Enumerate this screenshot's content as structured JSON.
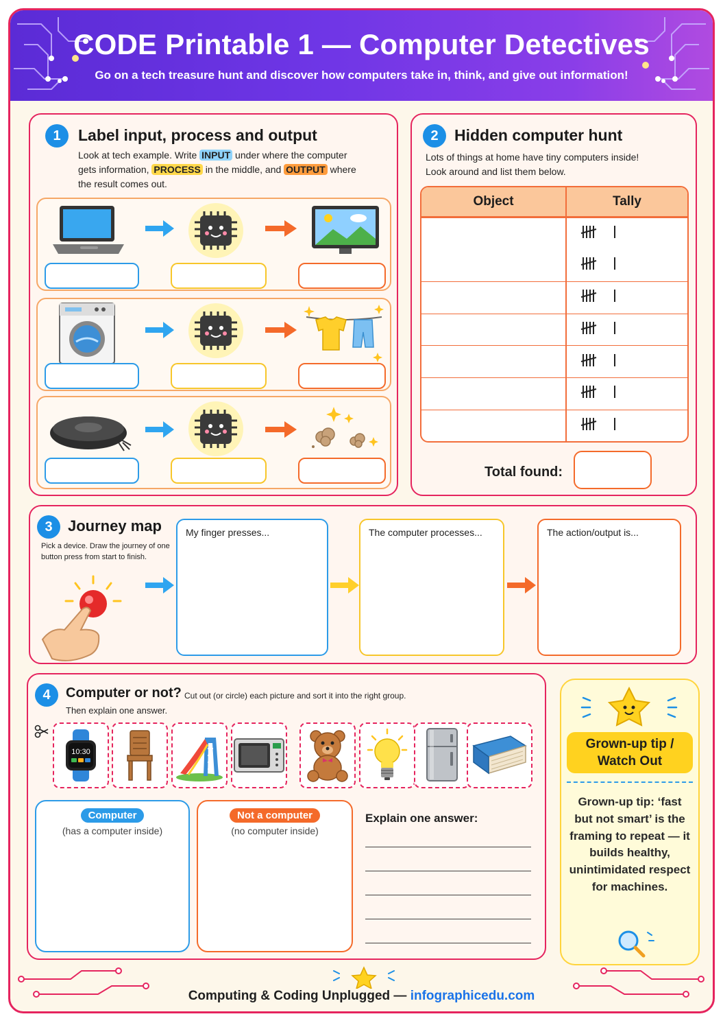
{
  "header": {
    "title": "CODE Printable 1 — Computer Detectives",
    "subtitle": "Go on a tech treasure hunt and discover how computers take in, think, and give out information!"
  },
  "section1": {
    "number": "1",
    "title": "Label input, process and output",
    "instr_a": "Look at tech example. Write ",
    "input_word": "INPUT",
    "instr_b": " under where the computer",
    "instr_c": "gets information, ",
    "process_word": "PROCESS",
    "instr_d": " in the middle, and ",
    "output_word": "OUTPUT",
    "instr_e": " where",
    "instr_f": "the result comes out.",
    "rows": [
      {
        "input": "laptop-icon",
        "output": "monitor-icon"
      },
      {
        "input": "washing-machine-icon",
        "output": "clean-clothes-icon"
      },
      {
        "input": "robot-vacuum-icon",
        "output": "dust-cleaned-icon"
      }
    ]
  },
  "section2": {
    "number": "2",
    "title": "Hidden computer hunt",
    "instr_1": "Lots of things at home have tiny computers inside!",
    "instr_2": "Look around and list them below.",
    "col_object": "Object",
    "col_tally": "Tally",
    "row_count": 7,
    "total_label": "Total found:"
  },
  "section3": {
    "number": "3",
    "title": "Journey map",
    "instr_1": "Pick a device. Draw the journey of one",
    "instr_2": "button press from start to finish.",
    "box1": "My finger presses...",
    "box2": "The computer processes...",
    "box3": "The action/output is..."
  },
  "section4": {
    "number": "4",
    "title": "Computer or not?",
    "instr_inline": "Cut out (or circle) each picture and sort it into the right group.",
    "instr_2": "Then explain one answer.",
    "watch_time": "10:30",
    "items": [
      "smartwatch-icon",
      "chair-icon",
      "slide-icon",
      "microwave-icon",
      "teddy-bear-icon",
      "lightbulb-icon",
      "fridge-icon",
      "book-icon"
    ],
    "computer_label": "Computer",
    "computer_sub": "(has a computer inside)",
    "not_label": "Not a computer",
    "not_sub": "(no computer inside)",
    "explain_label": "Explain one answer:"
  },
  "tip": {
    "title": "Grown-up tip / Watch Out",
    "text": "Grown-up tip: ‘fast but not smart’ is the framing to repeat — it builds healthy, unintimidated respect for machines."
  },
  "footer": {
    "text": "Computing & Coding Unplugged —",
    "link": "infographicedu.com"
  },
  "colors": {
    "accent_pink": "#e5245e",
    "header_purple": "#6f36e6",
    "blue": "#1c8fe6",
    "yellow": "#f7c62a",
    "orange": "#f46a2a"
  }
}
